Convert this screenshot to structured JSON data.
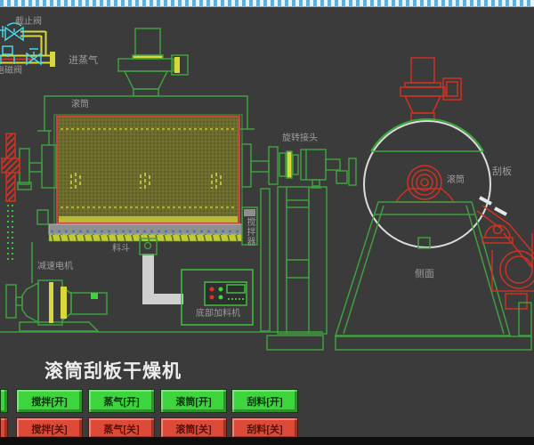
{
  "header": {
    "title": "滚筒刮板干燥机"
  },
  "diagram": {
    "labels": {
      "stop_valve": "截止阀",
      "solenoid_valve": "电磁阀",
      "steam_inlet": "进蒸气",
      "drum_front": "滚筒",
      "rotary_joint": "旋转接头",
      "agitator": "搅拌器",
      "gear_motor": "减速电机",
      "hopper": "料斗",
      "bottom_feeder": "底部加料机",
      "drum_side": "滚筒",
      "scraper_blade": "刮板",
      "side_view": "侧面"
    },
    "colors": {
      "background": "#3b3b3b",
      "line_green": "#3f9f3f",
      "line_red": "#cc3322",
      "line_cyan": "#45d8e8",
      "line_yellow": "#d8d83a",
      "line_white": "#e0e0e0",
      "drum_fill": "#6b6b2d",
      "label_gray": "#9c9c9c"
    }
  },
  "controls": {
    "on_buttons": [
      {
        "id": "agitator_on",
        "label": "搅拌[开]"
      },
      {
        "id": "steam_on",
        "label": "蒸气[开]"
      },
      {
        "id": "drum_on",
        "label": "滚筒[开]"
      },
      {
        "id": "scrape_on",
        "label": "刮料[开]"
      }
    ],
    "off_buttons": [
      {
        "id": "agitator_off",
        "label": "搅拌[关]"
      },
      {
        "id": "steam_off",
        "label": "蒸气[关]"
      },
      {
        "id": "drum_off",
        "label": "滚筒[关]"
      },
      {
        "id": "scrape_off",
        "label": "刮料[关]"
      }
    ],
    "button_on_color": "#3ed43e",
    "button_off_color": "#dd4a38"
  }
}
